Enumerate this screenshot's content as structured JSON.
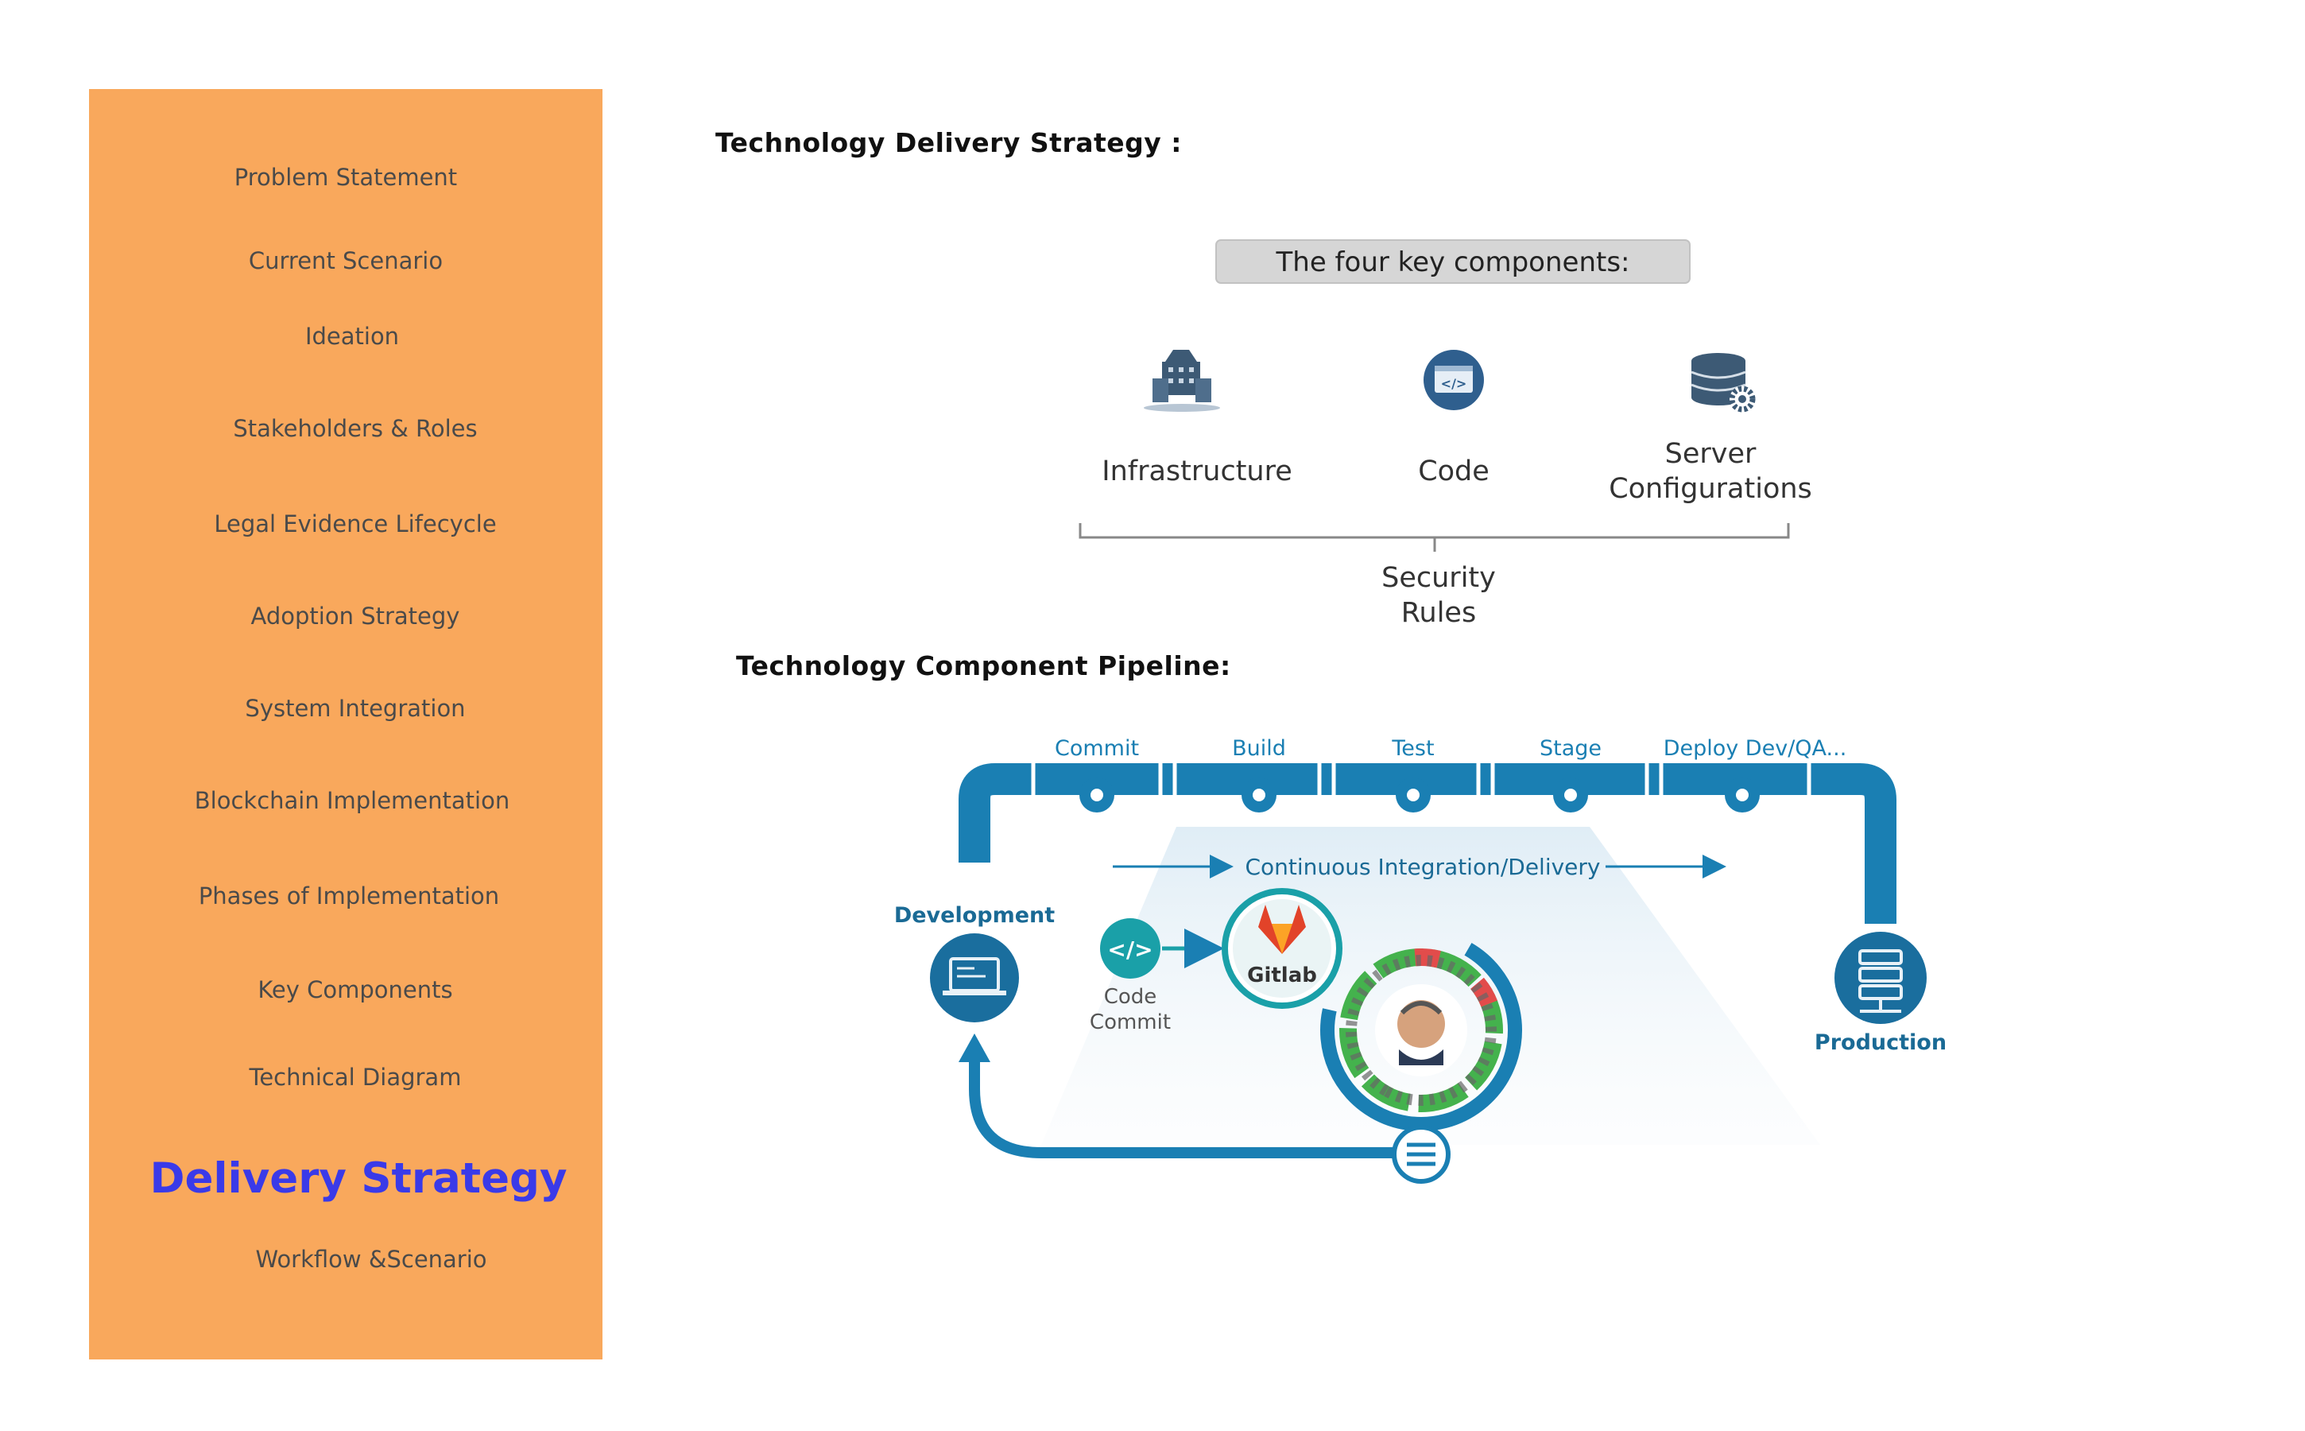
{
  "sidebar": {
    "items": [
      {
        "label": "Problem Statement",
        "active": false
      },
      {
        "label": "Current Scenario",
        "active": false
      },
      {
        "label": "Ideation",
        "active": false
      },
      {
        "label": "Stakeholders & Roles",
        "active": false
      },
      {
        "label": "Legal Evidence Lifecycle",
        "active": false
      },
      {
        "label": "Adoption Strategy",
        "active": false
      },
      {
        "label": "System Integration",
        "active": false
      },
      {
        "label": "Blockchain Implementation",
        "active": false
      },
      {
        "label": "Phases of Implementation",
        "active": false
      },
      {
        "label": "Key Components",
        "active": false
      },
      {
        "label": "Technical Diagram",
        "active": false
      },
      {
        "label": "Delivery Strategy",
        "active": true
      },
      {
        "label": "Workflow &Scenario",
        "active": false
      }
    ]
  },
  "main": {
    "delivery_heading": "Technology Delivery Strategy :",
    "pipeline_heading": "Technology Component  Pipeline:"
  },
  "components": {
    "banner": "The four key components:",
    "infrastructure": "Infrastructure",
    "code": "Code",
    "server_line1": "Server",
    "server_line2": "Configurations",
    "security_line1": "Security",
    "security_line2": "Rules",
    "code_glyph": "</>"
  },
  "pipeline": {
    "stages": [
      "Commit",
      "Build",
      "Test",
      "Stage",
      "Deploy Dev/QA..."
    ],
    "ci_label": "Continuous Integration/Delivery",
    "development": "Development",
    "production": "Production",
    "code_commit_line1": "Code",
    "code_commit_line2": "Commit",
    "gitlab": "Gitlab",
    "code_glyph": "</>"
  },
  "colors": {
    "sidebar_bg": "#f9a85c",
    "active_nav": "#3a3ae8",
    "pipeline_blue": "#1a7fb3",
    "icon_dark": "#3d5a75",
    "teal": "#1aa0a8"
  }
}
